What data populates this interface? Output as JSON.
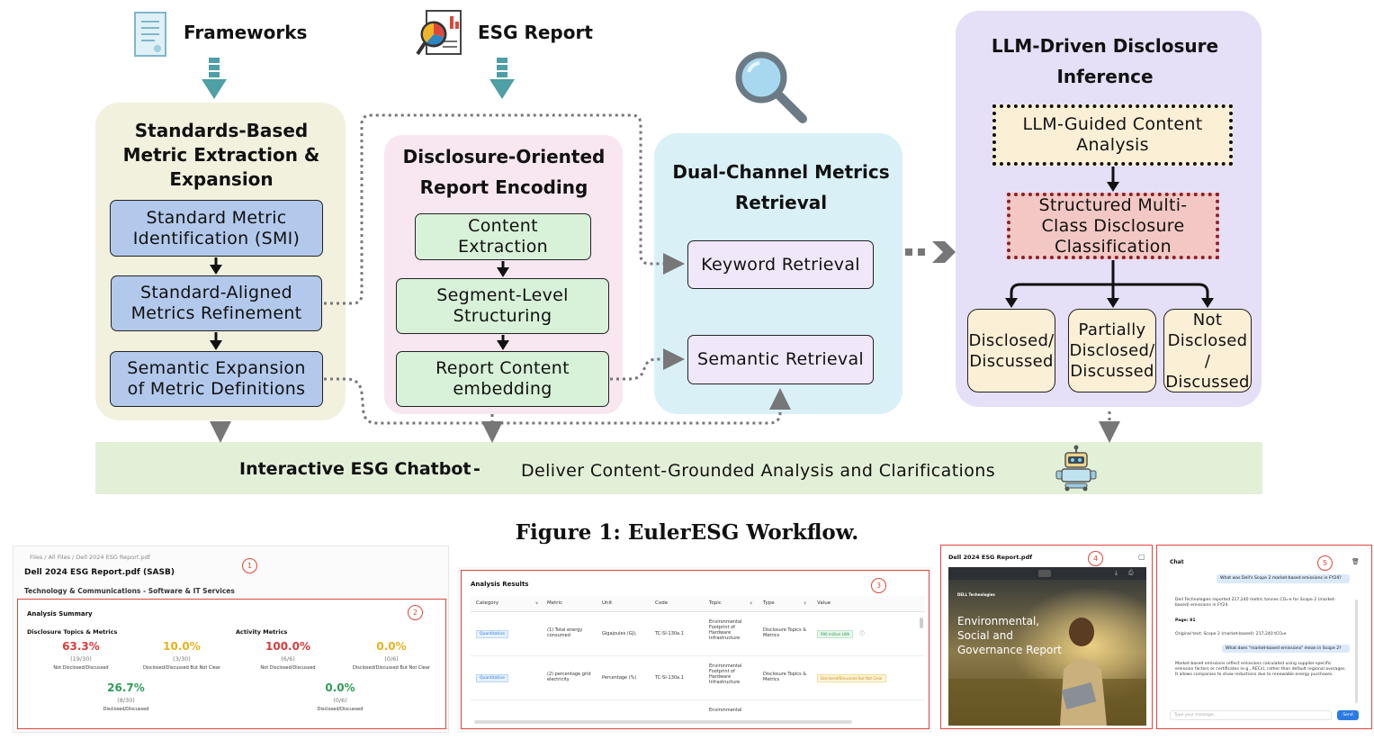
{
  "inputs": {
    "frameworks": "Frameworks",
    "esg_report": "ESG Report"
  },
  "panel1": {
    "title": "Standards-Based Metric Extraction & Expansion",
    "steps": [
      "Standard Metric Identification (SMI)",
      "Standard-Aligned Metrics Refinement",
      "Semantic Expansion of Metric Definitions"
    ]
  },
  "panel2": {
    "title": "Disclosure-Oriented Report Encoding",
    "steps": [
      "Content Extraction",
      "Segment-Level Structuring",
      "Report Content embedding"
    ]
  },
  "panel3": {
    "title": "Dual-Channel Metrics Retrieval",
    "steps": [
      "Keyword Retrieval",
      "Semantic Retrieval"
    ]
  },
  "panel4": {
    "title": "LLM-Driven Disclosure Inference",
    "analysis": "LLM-Guided Content Analysis",
    "classification": "Structured Multi-Class Disclosure Classification",
    "classes": [
      "Disclosed/ Discussed",
      "Partially Disclosed/ Discussed",
      "Not Disclosed / Discussed"
    ]
  },
  "chatbot": {
    "title": "Interactive ESG Chatbot",
    "dash": "-",
    "description": "Deliver Content-Grounded Analysis and Clarifications"
  },
  "caption": "Figure 1: EulerESG Workflow.",
  "shot1": {
    "breadcrumb": "Files / All Files / Dell 2024 ESG Report.pdf",
    "title": "Dell 2024 ESG Report.pdf (SASB)",
    "subtitle": "Technology & Communications - Software & IT Services",
    "badge1": "1",
    "badge2": "2",
    "summary_title": "Analysis Summary",
    "group1": "Disclosure Topics & Metrics",
    "group2": "Activity Metrics",
    "stats": [
      {
        "value": "63.3%",
        "count": "(19/30)",
        "label": "Not Disclosed/Discussed",
        "color": "#d93b3b"
      },
      {
        "value": "10.0%",
        "count": "(3/30)",
        "label": "Disclosed/Discussed But Not Clear",
        "color": "#e8b21c"
      },
      {
        "value": "26.7%",
        "count": "(8/30)",
        "label": "Disclosed/Discussed",
        "color": "#2e9c57"
      },
      {
        "value": "100.0%",
        "count": "(6/6)",
        "label": "Not Disclosed/Discussed",
        "color": "#d93b3b"
      },
      {
        "value": "0.0%",
        "count": "(0/6)",
        "label": "Disclosed/Discussed But Not Clear",
        "color": "#e8b21c"
      },
      {
        "value": "0.0%",
        "count": "(0/6)",
        "label": "Disclosed/Discussed",
        "color": "#2e9c57"
      }
    ]
  },
  "shot3": {
    "title": "Analysis Results",
    "badge": "3",
    "columns": [
      "Category",
      "Metric",
      "Unit",
      "Code",
      "Topic",
      "Type",
      "Value"
    ],
    "rows": [
      [
        "Quantitative",
        "(1) Total energy consumed",
        "Gigajoules (GJ),",
        "TC-SI-130a.1",
        "Environmental Footprint of Hardware Infrastructure",
        "Disclosure Topics & Metrics",
        "996 million kWh"
      ],
      [
        "Quantitative",
        "(2) percentage grid electricity",
        "Percentage (%)",
        "TC-SI-130a.1",
        "Environmental Footprint of Hardware Infrastructure",
        "Disclosure Topics & Metrics",
        "Disclosed/Discussed But Not Clear"
      ],
      [
        "",
        "",
        "",
        "",
        "Environmental",
        "",
        ""
      ]
    ]
  },
  "shot4": {
    "title": "Dell 2024 ESG Report.pdf",
    "badge": "4",
    "brand": "DELL Technologies",
    "cover": "Environmental, Social and Governance Report"
  },
  "shot5": {
    "title": "Chat",
    "badge": "5",
    "q1": "What was Dell's Scope 2 market-based emissions in FY24?",
    "a1": "Dell Technologies reported 217,240 metric tonnes CO₂-e for Scope 2 (market-based) emissions in FY24.",
    "page": "Page: 81",
    "original": "Original text: Scope 2 (market-based): 217,240 tCO₂e",
    "q2": "What does \"market-based emissions\" mean in Scope 2?",
    "a2": "Market-based emissions reflect emissions calculated using supplier-specific emission factors or certificates (e.g., RECs), rather than default regional averages. It allows companies to show reductions due to renewable energy purchases.",
    "placeholder": "Type your message...",
    "send": "Send"
  }
}
